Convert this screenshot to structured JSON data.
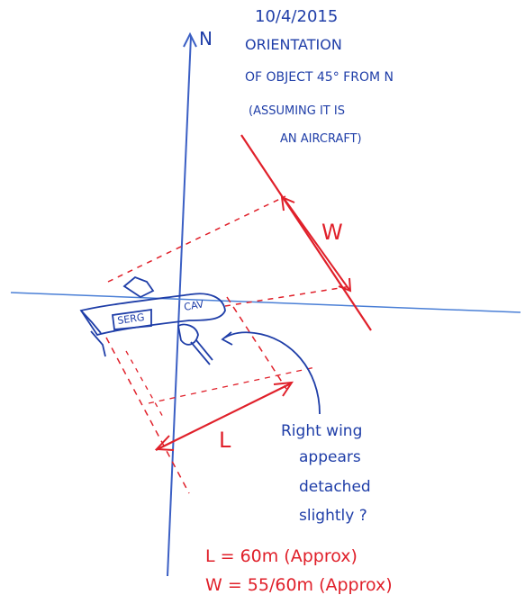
{
  "colors": {
    "ink_blue": "#1f3ea8",
    "axis_blue": "#4a7fd6",
    "ink_red": "#e0202a"
  },
  "axis": {
    "north_label": "N"
  },
  "header": {
    "date": "10/4/2015",
    "line1": "ORIENTATION",
    "line2": "OF OBJECT 45° FROM N",
    "line3": "(ASSUMING IT IS",
    "line4": "AN AIRCRAFT)"
  },
  "dimensions": {
    "width_label": "W",
    "length_label": "L"
  },
  "object": {
    "label_left": "SERG",
    "label_right": "CAV"
  },
  "note": {
    "line1": "Right wing",
    "line2": "appears",
    "line3": "detached",
    "line4": "slightly ?"
  },
  "footer": {
    "length_line": "L = 60m (Approx)",
    "width_line": "W = 55/60m (Approx)"
  }
}
